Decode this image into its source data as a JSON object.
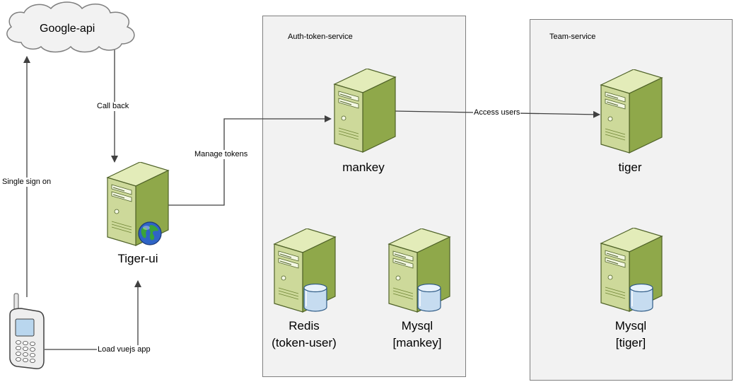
{
  "containers": {
    "auth": {
      "title": "Auth-token-service"
    },
    "team": {
      "title": "Team-service"
    }
  },
  "nodes": {
    "google_api": {
      "label": "Google-api",
      "icon": "cloud-icon"
    },
    "tiger_ui": {
      "label": "Tiger-ui",
      "icon": "web-server-icon"
    },
    "mankey": {
      "label": "mankey",
      "icon": "server-icon"
    },
    "tiger": {
      "label": "tiger",
      "icon": "server-icon"
    },
    "redis": {
      "label_line1": "Redis",
      "label_line2": "(token-user)",
      "icon": "database-server-icon"
    },
    "mysql_mankey": {
      "label_line1": "Mysql",
      "label_line2": "[mankey]",
      "icon": "database-server-icon"
    },
    "mysql_tiger": {
      "label_line1": "Mysql",
      "label_line2": "[tiger]",
      "icon": "database-server-icon"
    },
    "phone": {
      "icon": "mobile-phone-icon"
    }
  },
  "edges": {
    "single_sign_on": "Single sign on",
    "call_back": "Call back",
    "manage_tokens": "Manage tokens",
    "access_users": "Access users",
    "load_vuejs_app": "Load vuejs app"
  },
  "colors": {
    "server_front": "#cdd99a",
    "server_side": "#8fa84a",
    "server_top": "#e3ecb9",
    "server_stroke": "#4f6228",
    "container_fill": "#f2f2f2",
    "container_border": "#7f7f7f",
    "arrow": "#404040"
  }
}
